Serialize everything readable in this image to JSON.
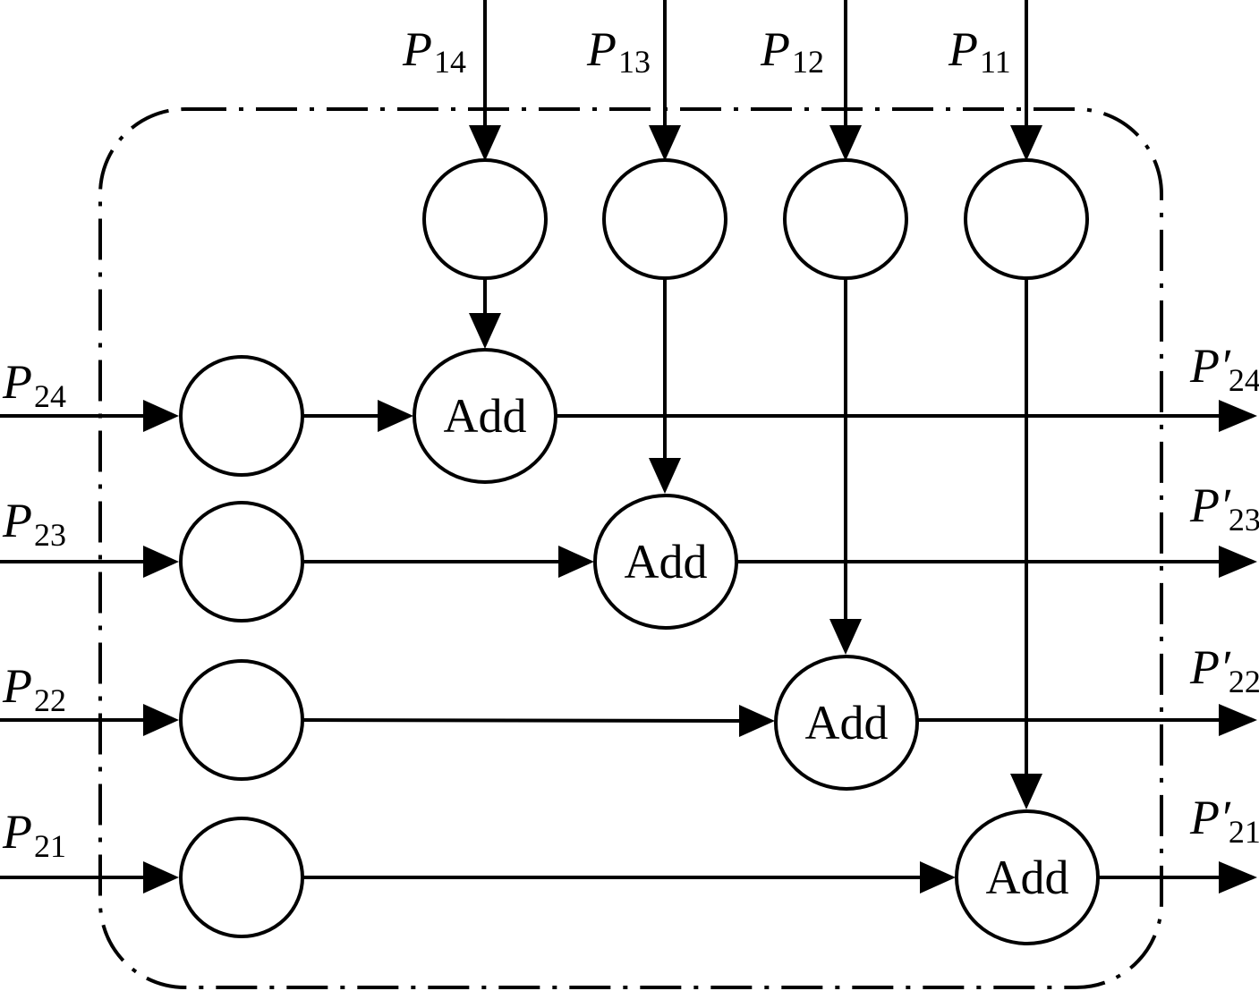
{
  "colors": {
    "line": "#000000",
    "background": "#ffffff"
  },
  "top_inputs": [
    {
      "id": "p14",
      "main": "P",
      "sub": "14"
    },
    {
      "id": "p13",
      "main": "P",
      "sub": "13"
    },
    {
      "id": "p12",
      "main": "P",
      "sub": "12"
    },
    {
      "id": "p11",
      "main": "P",
      "sub": "11"
    }
  ],
  "left_inputs": [
    {
      "id": "p24",
      "main": "P",
      "sub": "24"
    },
    {
      "id": "p23",
      "main": "P",
      "sub": "23"
    },
    {
      "id": "p22",
      "main": "P",
      "sub": "22"
    },
    {
      "id": "p21",
      "main": "P",
      "sub": "21"
    }
  ],
  "right_outputs": [
    {
      "id": "p24o",
      "main": "P′",
      "sub": "24"
    },
    {
      "id": "p23o",
      "main": "P′",
      "sub": "23"
    },
    {
      "id": "p22o",
      "main": "P′",
      "sub": "22"
    },
    {
      "id": "p21o",
      "main": "P′",
      "sub": "21"
    }
  ],
  "add_nodes": [
    {
      "label": "Add"
    },
    {
      "label": "Add"
    },
    {
      "label": "Add"
    },
    {
      "label": "Add"
    }
  ]
}
